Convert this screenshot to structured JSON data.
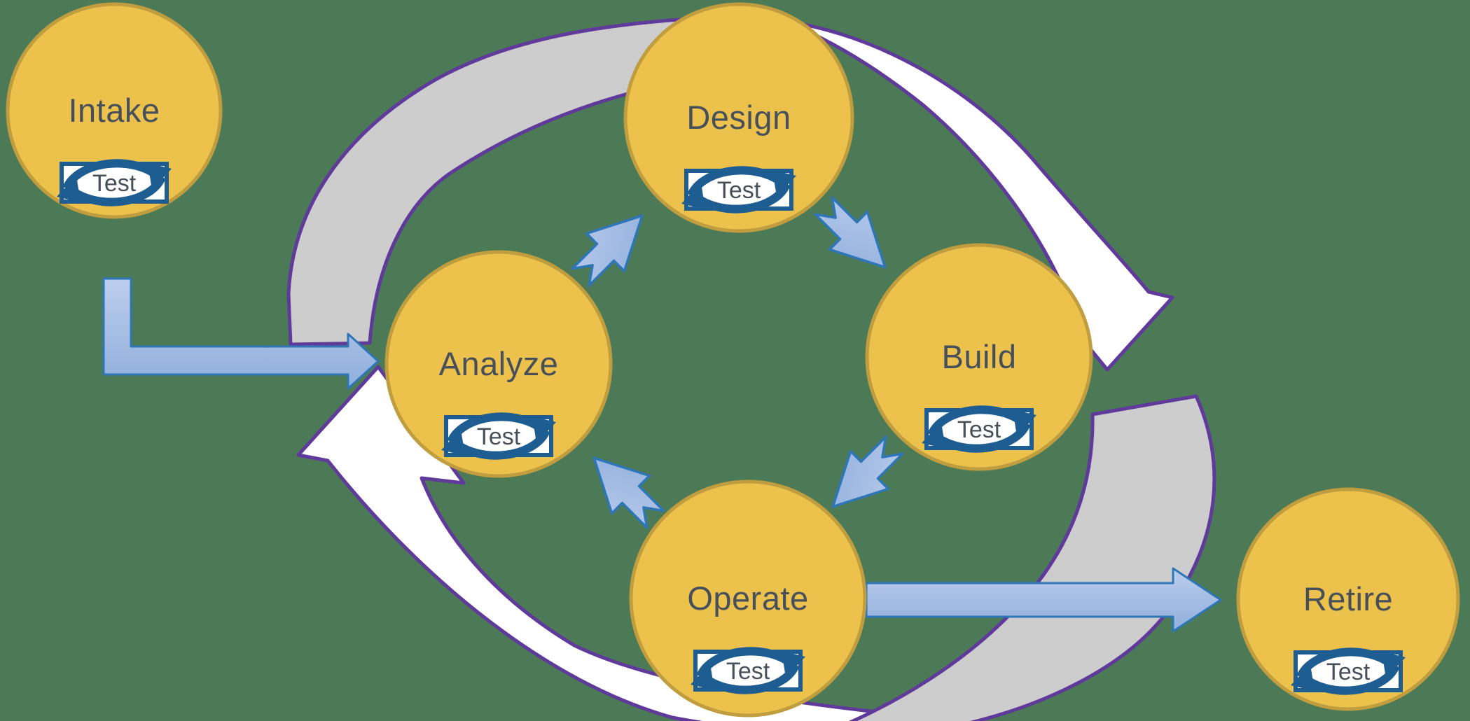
{
  "diagram": {
    "stages": [
      {
        "id": "intake",
        "label": "Intake",
        "badge": "Test"
      },
      {
        "id": "design",
        "label": "Design",
        "badge": "Test"
      },
      {
        "id": "analyze",
        "label": "Analyze",
        "badge": "Test"
      },
      {
        "id": "build",
        "label": "Build",
        "badge": "Test"
      },
      {
        "id": "operate",
        "label": "Operate",
        "badge": "Test"
      },
      {
        "id": "retire",
        "label": "Retire",
        "badge": "Test"
      }
    ],
    "flows": [
      {
        "from": "Intake",
        "to": "Analyze",
        "style": "blue-elbow-arrow"
      },
      {
        "from": "Analyze",
        "to": "Design",
        "style": "blue-chevron"
      },
      {
        "from": "Design",
        "to": "Build",
        "style": "blue-chevron"
      },
      {
        "from": "Build",
        "to": "Operate",
        "style": "blue-chevron"
      },
      {
        "from": "Operate",
        "to": "Analyze",
        "style": "blue-chevron"
      },
      {
        "from": "Operate",
        "to": "Retire",
        "style": "blue-straight-arrow"
      }
    ],
    "cycle_bands": [
      {
        "id": "gray-upper-left",
        "color": "gray",
        "shape": "crescent"
      },
      {
        "id": "white-upper-right",
        "color": "white",
        "shape": "crescent-arrow-down"
      },
      {
        "id": "gray-lower-right",
        "color": "gray",
        "shape": "crescent"
      },
      {
        "id": "white-lower-left",
        "color": "white",
        "shape": "crescent-arrow-up"
      }
    ],
    "colors": {
      "background": "#4c7956",
      "stage-fill": "#ecc24d",
      "stage-border": "#c09d3e",
      "band-purple": "#5f3a9b",
      "band-gray": "#cecdce",
      "band-white": "#ffffff",
      "arrow-blue-fill": "#a9c1e6",
      "arrow-blue-border": "#2e76b7",
      "test-icon-blue": "#1d5d92",
      "label-color": "#47505a"
    }
  }
}
